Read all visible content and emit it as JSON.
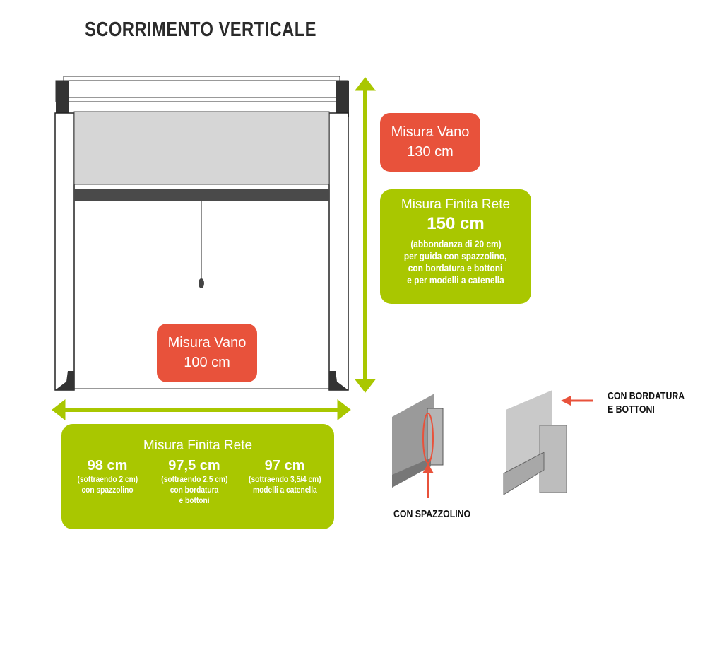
{
  "title": "SCORRIMENTO VERTICALE",
  "vano_height": {
    "label": "Misura Vano",
    "value": "130 cm"
  },
  "rete_height": {
    "label": "Misura Finita Rete",
    "value": "150 cm",
    "note": "(abbondanza di 20 cm)",
    "lines": [
      "per guida con spazzolino,",
      "con bordatura e bottoni",
      "e per modelli a catenella"
    ]
  },
  "vano_width": {
    "label": "Misura Vano",
    "value": "100 cm"
  },
  "rete_width": {
    "label": "Misura Finita Rete",
    "options": [
      {
        "value": "98 cm",
        "note": "(sottraendo 2 cm)",
        "desc": "con spazzolino"
      },
      {
        "value": "97,5 cm",
        "note": "(sottraendo 2,5 cm)",
        "desc": "con bordatura e bottoni"
      },
      {
        "value": "97 cm",
        "note": "(sottraendo 3,5/4 cm)",
        "desc": "modelli a catenella"
      }
    ]
  },
  "profiles": {
    "brush_label": "CON SPAZZOLINO",
    "border_label_1": "CON BORDATURA",
    "border_label_2": "E BOTTONI"
  },
  "colors": {
    "red": "#e8523b",
    "green": "#a9c700"
  }
}
